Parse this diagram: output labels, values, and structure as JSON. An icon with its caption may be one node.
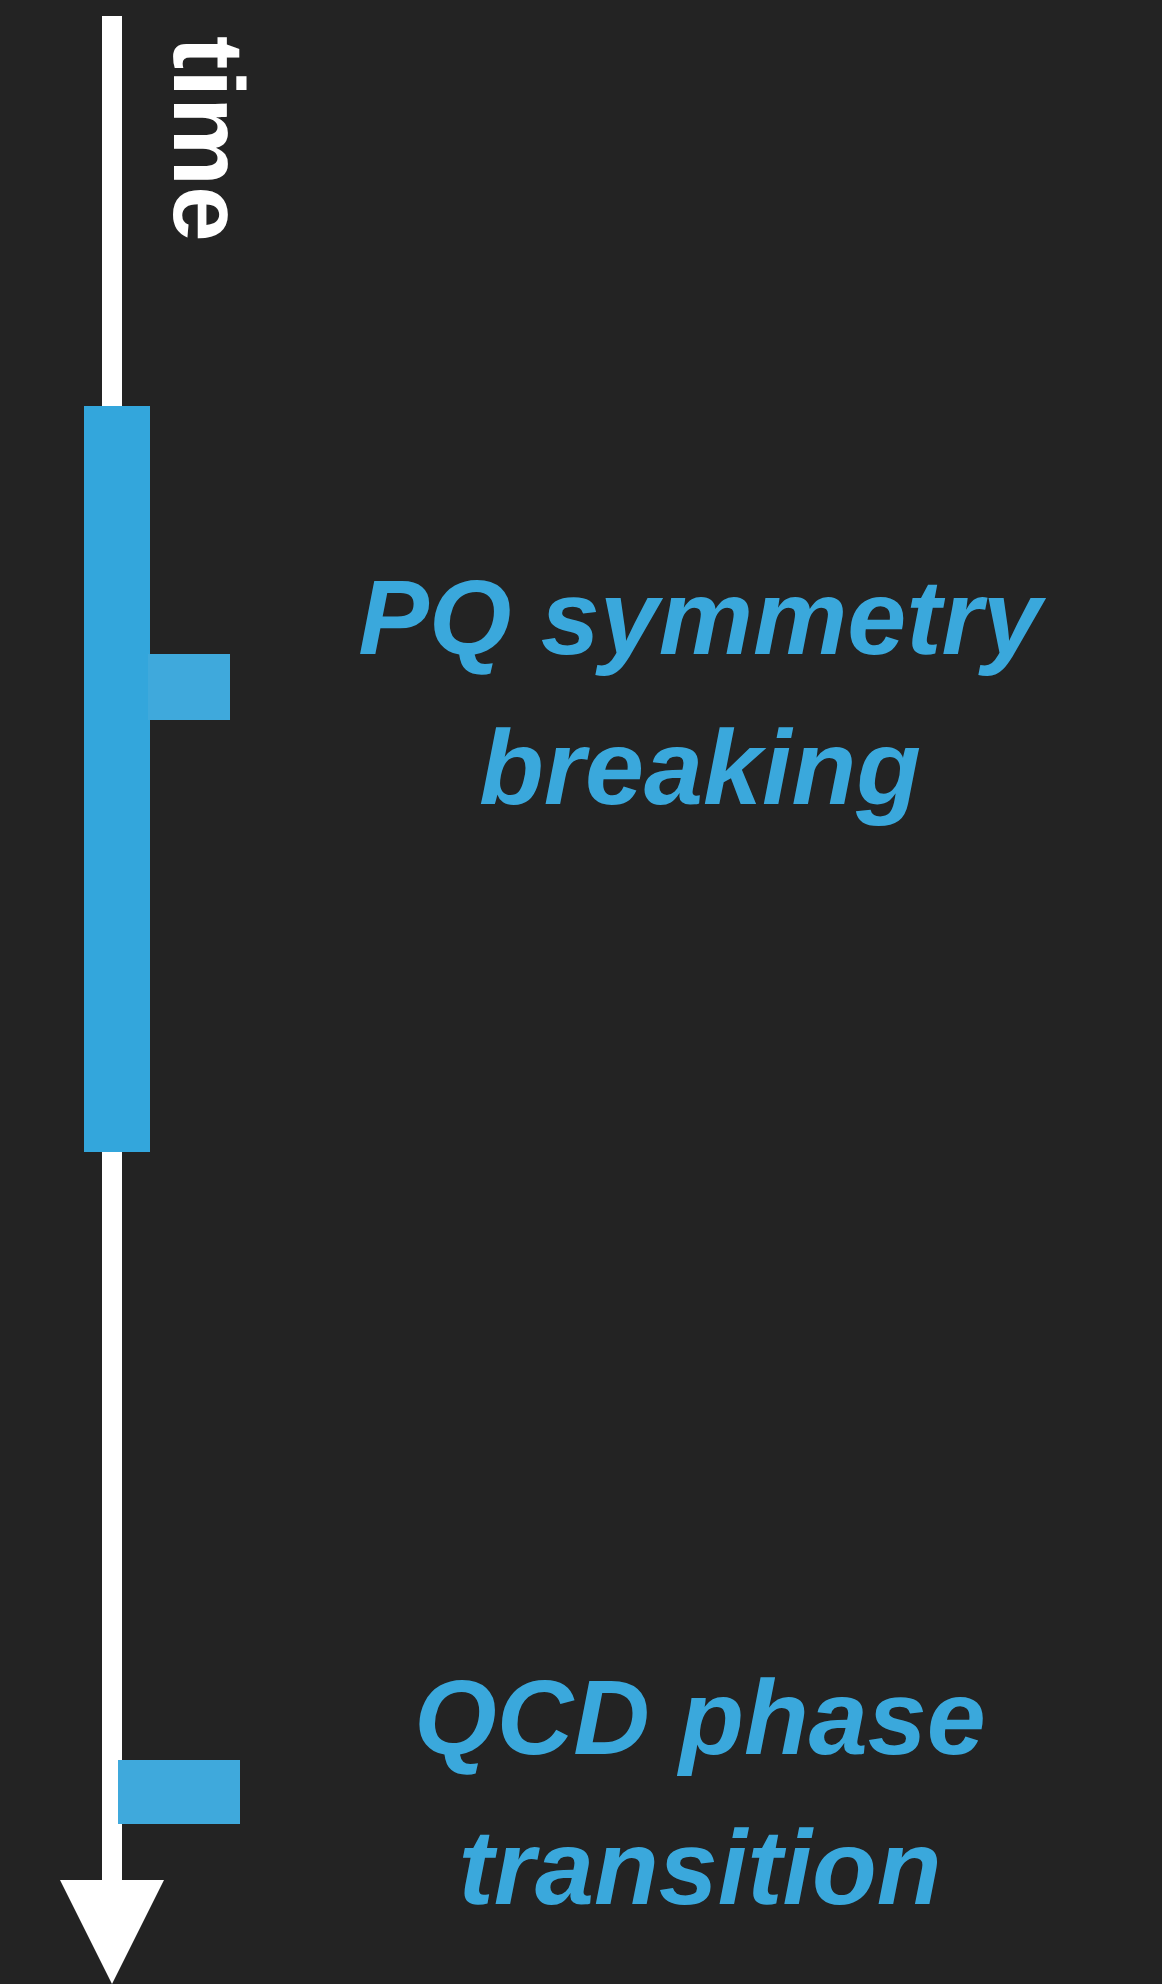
{
  "diagram": {
    "labels": [
      "time",
      "PQ symmetry breaking",
      "QCD phase transition"
    ]
  }
}
